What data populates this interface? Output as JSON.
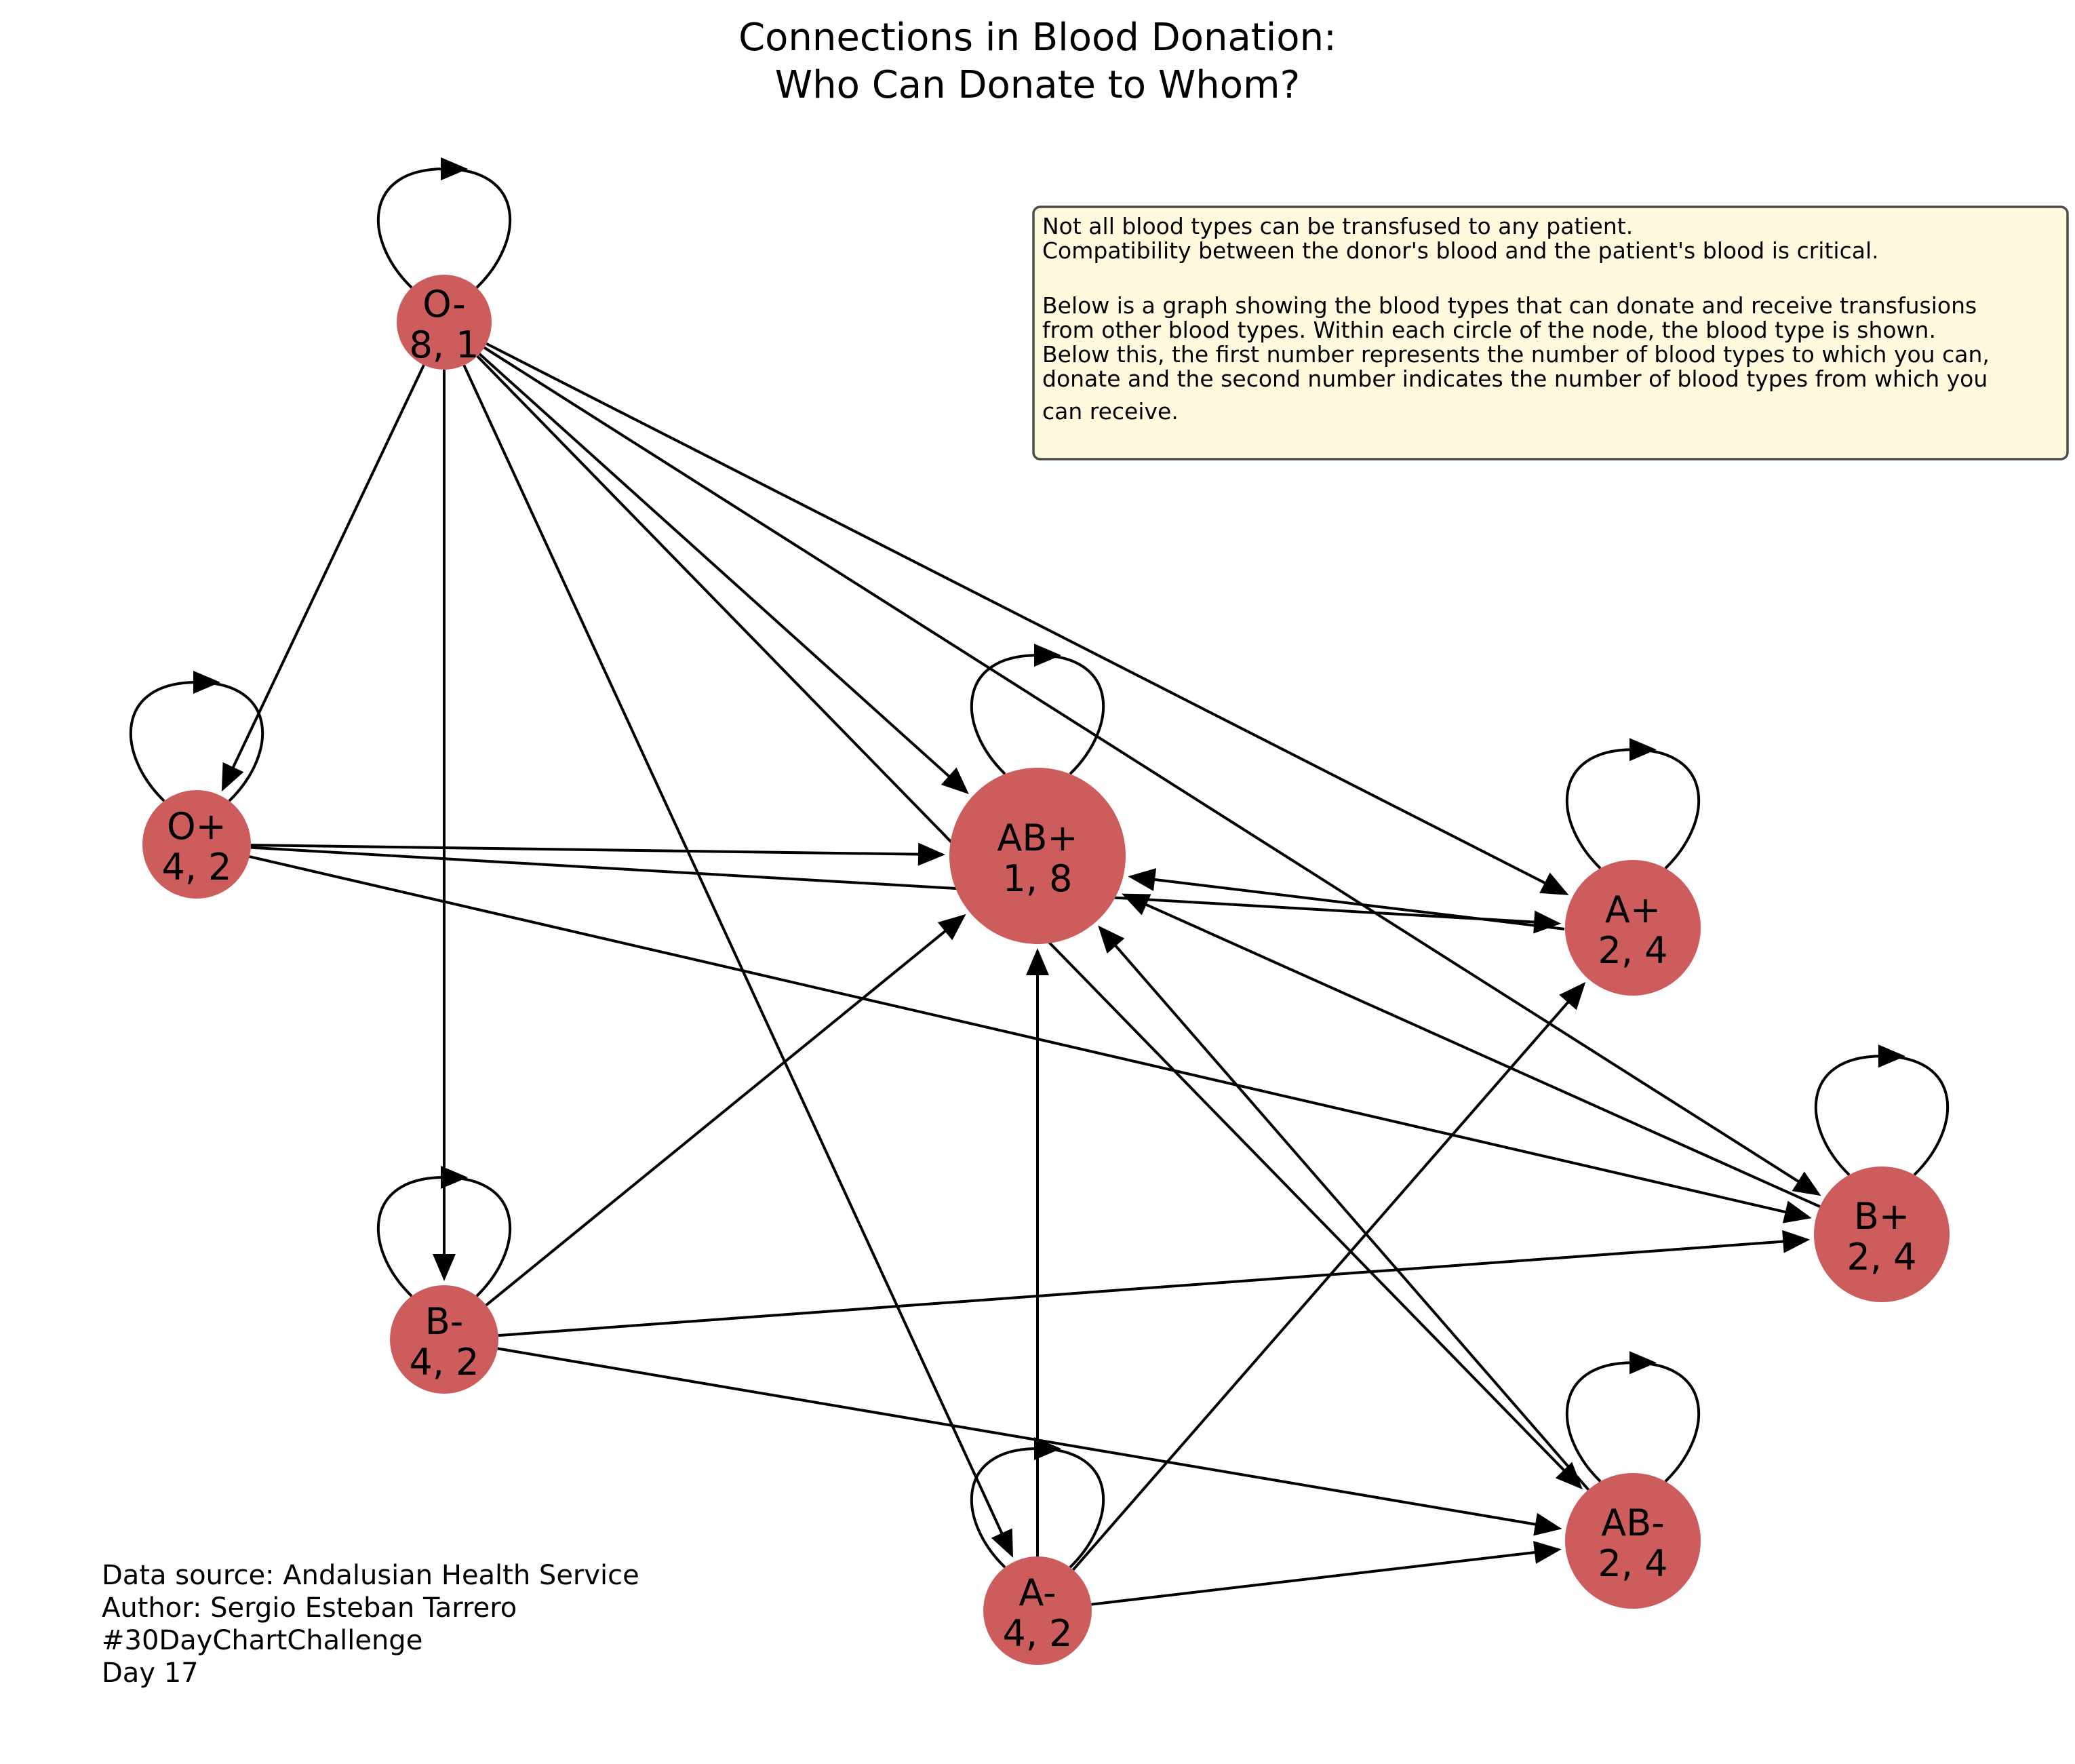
{
  "title": {
    "line1": "Connections in Blood Donation:",
    "line2": "Who Can Donate to Whom?"
  },
  "info_box": {
    "lines": [
      "Not all blood types can be transfused to any patient.",
      "Compatibility between the donor's blood and the patient's blood is critical.",
      "",
      "Below is a graph showing the blood types that can donate and receive transfusions",
      "from other blood types. Within each circle of the node, the blood type is shown.",
      "Below this, the first number represents the number of blood types to which you can,",
      "donate and the second number indicates the number of blood types from which you",
      "can receive."
    ],
    "background": "#fffadd",
    "border": "#4d4d4d"
  },
  "credits": {
    "lines": [
      "Data source: Andalusian Health Service",
      "Author: Sergio Esteban Tarrero",
      "#30DayChartChallenge",
      "Day 17"
    ]
  },
  "node_color": "#cd5c5c",
  "nodes": [
    {
      "id": "O-",
      "label": "O-",
      "counts": "8, 1"
    },
    {
      "id": "O+",
      "label": "O+",
      "counts": "4, 2"
    },
    {
      "id": "AB+",
      "label": "AB+",
      "counts": "1, 8"
    },
    {
      "id": "A+",
      "label": "A+",
      "counts": "2, 4"
    },
    {
      "id": "B+",
      "label": "B+",
      "counts": "2, 4"
    },
    {
      "id": "B-",
      "label": "B-",
      "counts": "4, 2"
    },
    {
      "id": "A-",
      "label": "A-",
      "counts": "4, 2"
    },
    {
      "id": "AB-",
      "label": "AB-",
      "counts": "2, 4"
    }
  ],
  "edges": [
    [
      "O-",
      "O-"
    ],
    [
      "O-",
      "O+"
    ],
    [
      "O-",
      "B-"
    ],
    [
      "O-",
      "A-"
    ],
    [
      "O-",
      "AB+"
    ],
    [
      "O-",
      "A+"
    ],
    [
      "O-",
      "B+"
    ],
    [
      "O-",
      "AB-"
    ],
    [
      "O+",
      "O+"
    ],
    [
      "O+",
      "AB+"
    ],
    [
      "O+",
      "A+"
    ],
    [
      "O+",
      "B+"
    ],
    [
      "AB+",
      "AB+"
    ],
    [
      "A+",
      "A+"
    ],
    [
      "A+",
      "AB+"
    ],
    [
      "B+",
      "B+"
    ],
    [
      "B+",
      "AB+"
    ],
    [
      "B-",
      "B-"
    ],
    [
      "B-",
      "AB+"
    ],
    [
      "B-",
      "B+"
    ],
    [
      "B-",
      "AB-"
    ],
    [
      "A-",
      "A-"
    ],
    [
      "A-",
      "AB+"
    ],
    [
      "A-",
      "A+"
    ],
    [
      "A-",
      "AB-"
    ],
    [
      "AB-",
      "AB-"
    ],
    [
      "AB-",
      "AB+"
    ]
  ]
}
